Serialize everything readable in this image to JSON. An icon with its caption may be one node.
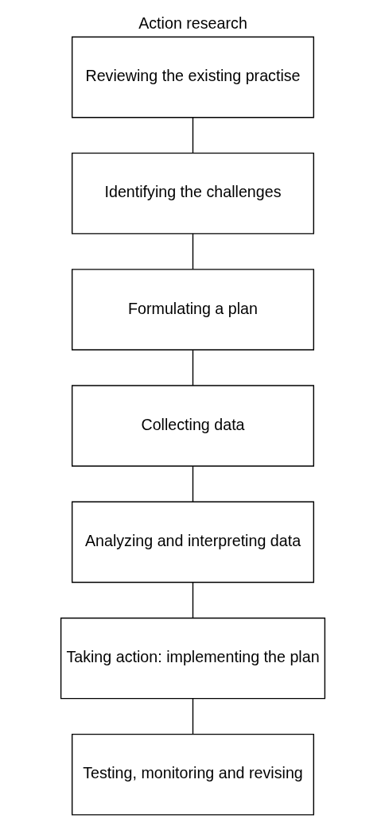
{
  "diagram": {
    "title": "Action research",
    "nodes": [
      {
        "text": [
          "Reviewing the existing practise"
        ]
      },
      {
        "text": [
          "Identifying the challenges"
        ]
      },
      {
        "text": [
          "Formulating a plan"
        ]
      },
      {
        "text": [
          "Collecting data"
        ]
      },
      {
        "text": [
          "Analyzing and interpreting data"
        ]
      },
      {
        "text": [
          "Taking action: implementing the plan"
        ]
      },
      {
        "text": [
          "Testing, monitoring and revising"
        ]
      }
    ],
    "edges": [
      {
        "from": 0,
        "to": 1,
        "arrow": "none"
      },
      {
        "from": 1,
        "to": 2,
        "arrow": "none"
      },
      {
        "from": 2,
        "to": 3,
        "arrow": "none"
      },
      {
        "from": 3,
        "to": 4,
        "arrow": "none"
      },
      {
        "from": 4,
        "to": 5,
        "arrow": "none"
      },
      {
        "from": 5,
        "to": 6,
        "arrow": "none"
      }
    ]
  }
}
